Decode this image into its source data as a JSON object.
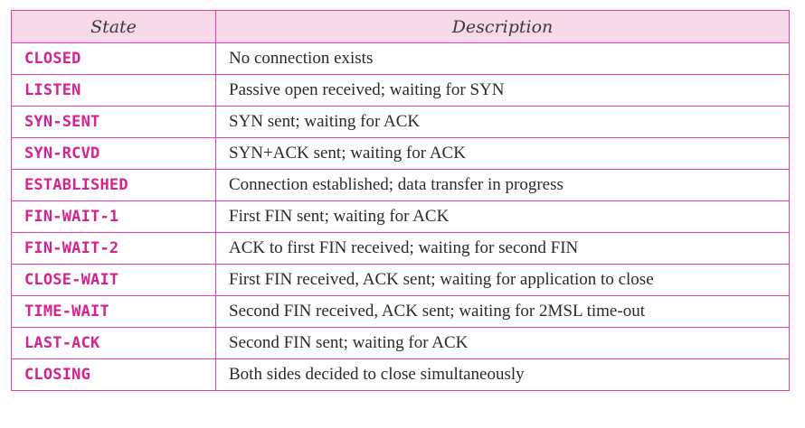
{
  "table": {
    "headers": {
      "state": "State",
      "description": "Description"
    },
    "rows": [
      {
        "state": "CLOSED",
        "description": "No connection exists"
      },
      {
        "state": "LISTEN",
        "description": "Passive open received; waiting for SYN"
      },
      {
        "state": "SYN-SENT",
        "description": "SYN sent; waiting for ACK"
      },
      {
        "state": "SYN-RCVD",
        "description": "SYN+ACK sent; waiting for ACK"
      },
      {
        "state": "ESTABLISHED",
        "description": "Connection established; data transfer in progress"
      },
      {
        "state": "FIN-WAIT-1",
        "description": "First FIN sent; waiting for ACK"
      },
      {
        "state": "FIN-WAIT-2",
        "description": "ACK to first FIN received; waiting for second FIN"
      },
      {
        "state": "CLOSE-WAIT",
        "description": "First FIN received, ACK sent; waiting for application to close"
      },
      {
        "state": "TIME-WAIT",
        "description": "Second FIN received, ACK sent; waiting for 2MSL time-out"
      },
      {
        "state": "LAST-ACK",
        "description": "Second FIN sent; waiting for ACK"
      },
      {
        "state": "CLOSING",
        "description": "Both sides decided to close simultaneously"
      }
    ]
  },
  "colors": {
    "border": "#e93fa8",
    "header_bg": "#f8d9e9",
    "state_text": "#d6218f"
  }
}
